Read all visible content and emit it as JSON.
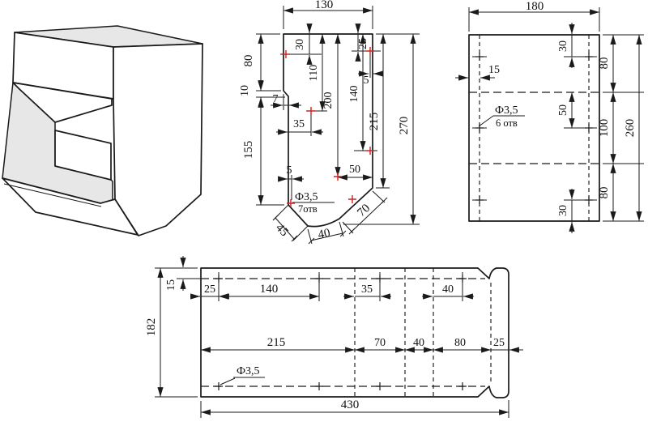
{
  "colors": {
    "line": "#1a1a1a",
    "hole_mark": "#cc2222",
    "face_shade": "#e7e7e7",
    "background": "#ffffff"
  },
  "views": {
    "profile": {
      "w130": "130",
      "h80": "80",
      "h10": "10",
      "h155": "155",
      "off7": "7",
      "d30": "30",
      "d110": "110",
      "d200": "200",
      "d140": "140",
      "d25": "25",
      "r5": "5",
      "d35": "35",
      "b5": "5",
      "d50": "50",
      "h215": "215",
      "h270": "270",
      "diag45": "45",
      "diag40": "40",
      "diag70": "70",
      "dia": "Ф3,5",
      "holes": "7отв"
    },
    "side": {
      "w180": "180",
      "in15": "15",
      "t30": "30",
      "m50": "50",
      "b30": "30",
      "s80a": "80",
      "s100": "100",
      "s80b": "80",
      "h260": "260",
      "dia": "Ф3,5",
      "holes": "6 отв"
    },
    "bottom": {
      "e25": "25",
      "p140": "140",
      "s35": "35",
      "s40": "40",
      "c215": "215",
      "c70": "70",
      "c40": "40",
      "c80": "80",
      "c25": "25",
      "w430": "430",
      "h182": "182",
      "in15": "15",
      "dia": "Ф3,5"
    }
  }
}
